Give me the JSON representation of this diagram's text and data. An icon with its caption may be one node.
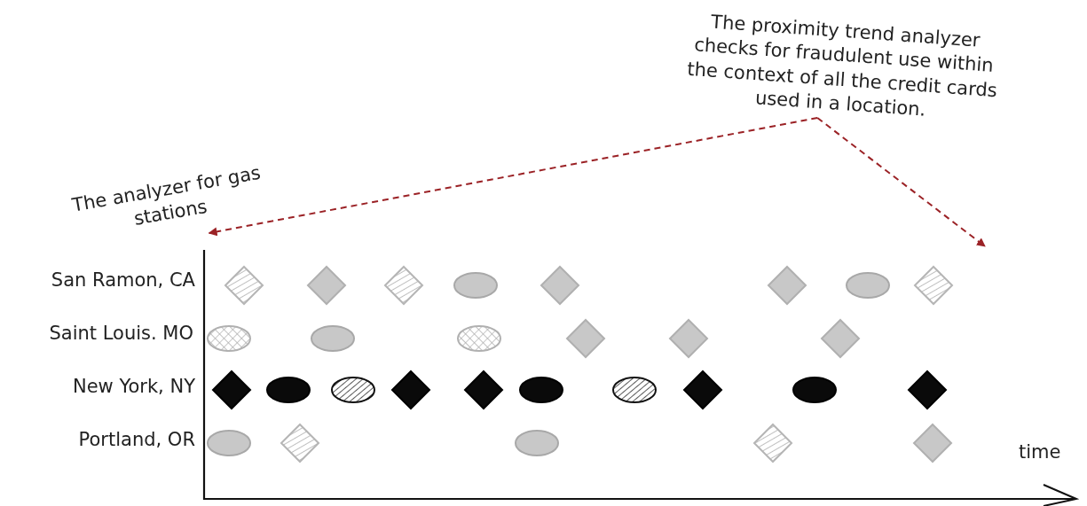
{
  "diagram": {
    "nodes": [
      {
        "text": [
          "The proximity trend analyzer checks for fraudulent use within the context of all the credit cards used in a location."
        ]
      },
      {
        "text": [
          "The analyzer for gas stations"
        ]
      }
    ],
    "edges": [
      {
        "from": 0,
        "to": 1,
        "arrow": "to",
        "style": "dashed",
        "color": "#9b2226"
      },
      {
        "from": 0,
        "to": null,
        "arrow": "to",
        "style": "dashed",
        "color": "#9b2226"
      }
    ],
    "labels": [
      "San Ramon, CA",
      "Saint Louis. MO",
      "New York, NY",
      "Portland, OR",
      "time"
    ]
  }
}
